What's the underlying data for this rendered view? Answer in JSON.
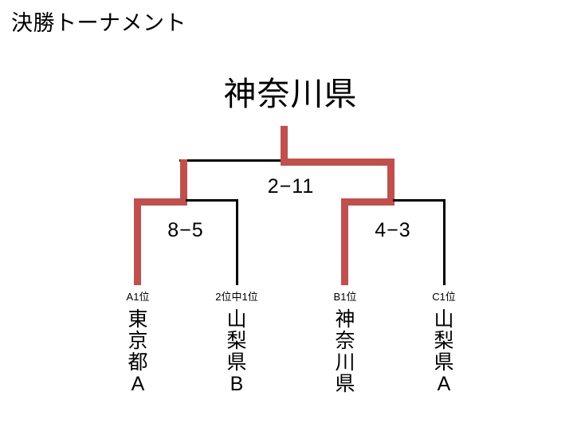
{
  "title": "決勝トーナメント",
  "champion": {
    "label": "神奈川県"
  },
  "colors": {
    "winner_line": "#c0504d",
    "loser_line": "#000000",
    "text": "#000000",
    "background": "#ffffff"
  },
  "matches": {
    "final": {
      "score": "2−11",
      "winner": "神奈川県"
    },
    "semifinal_left": {
      "score": "8−5",
      "winner": "東京都A"
    },
    "semifinal_right": {
      "score": "4−3",
      "winner": "神奈川県"
    }
  },
  "teams": [
    {
      "seed": "A1位",
      "name": "東京都A",
      "chars": [
        "東",
        "京",
        "都",
        "A"
      ],
      "result": "winner"
    },
    {
      "seed": "2位中1位",
      "name": "山梨県B",
      "chars": [
        "山",
        "梨",
        "県",
        "B"
      ],
      "result": "loser"
    },
    {
      "seed": "B1位",
      "name": "神奈川県",
      "chars": [
        "神",
        "奈",
        "川",
        "県"
      ],
      "result": "winner"
    },
    {
      "seed": "C1位",
      "name": "山梨県A",
      "chars": [
        "山",
        "梨",
        "県",
        "A"
      ],
      "result": "loser"
    }
  ]
}
